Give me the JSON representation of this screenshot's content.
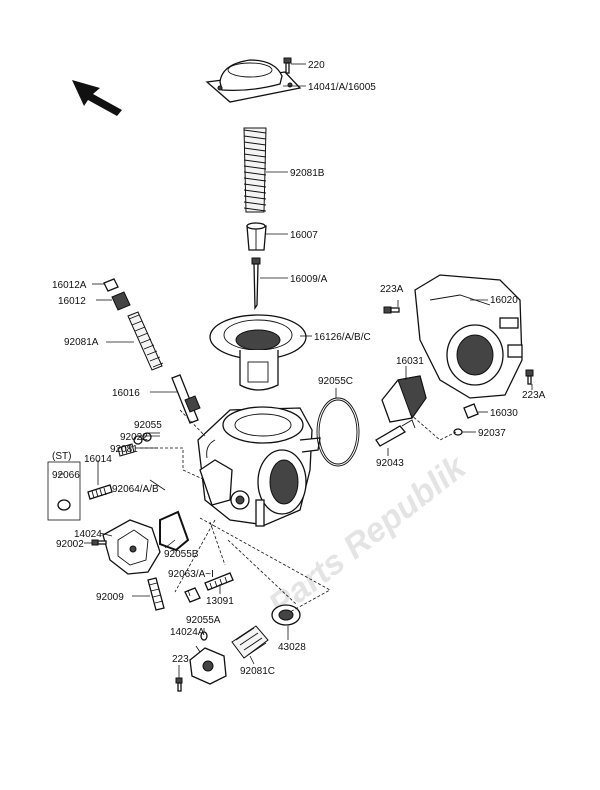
{
  "labels": {
    "p220": "220",
    "p14041": "14041/A/16005",
    "p92081b": "92081B",
    "p16007": "16007",
    "p16009": "16009/A",
    "p16012a": "16012A",
    "p16012": "16012",
    "p92081a": "92081A",
    "p16126": "16126/A/B/C",
    "p16016": "16016",
    "p92055": "92055",
    "p92022": "92022",
    "p92081": "92081",
    "p16014": "16014",
    "p92064": "92064/A/B",
    "st": "(ST)",
    "p92066": "92066",
    "p14024": "14024",
    "p92002": "92002",
    "p92055b": "92055B",
    "p92009": "92009",
    "p92063": "92063/A~I",
    "p13091": "13091",
    "p92055a": "92055A",
    "p14024a": "14024A",
    "p223": "223",
    "p92081c": "92081C",
    "p43028": "43028",
    "p223a_top": "223A",
    "p16020": "16020",
    "p16031": "16031",
    "p92055c": "92055C",
    "p223a_right": "223A",
    "p16030": "16030",
    "p92037": "92037",
    "p92043": "92043"
  },
  "watermark": "Parts Republik"
}
